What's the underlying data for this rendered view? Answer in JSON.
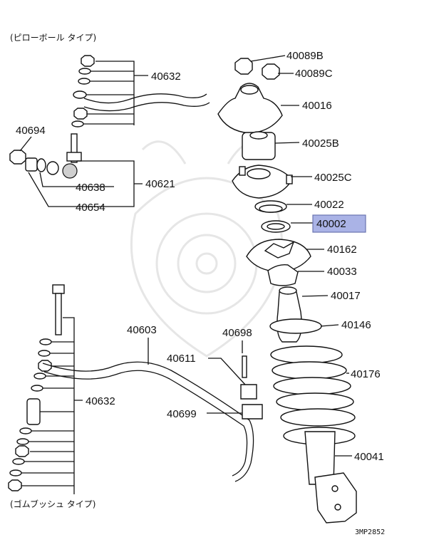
{
  "captions": {
    "top": "(ピローボール タイプ)",
    "bottom": "(ゴムブッシュ タイプ)",
    "code": "3MP2852"
  },
  "highlight_color": "#aab3e6",
  "parts": {
    "p40089B": "40089B",
    "p40089C": "40089C",
    "p40016": "40016",
    "p40025B": "40025B",
    "p40025C": "40025C",
    "p40022": "40022",
    "p40002": "40002",
    "p40162": "40162",
    "p40033": "40033",
    "p40017": "40017",
    "p40146": "40146",
    "p40176": "40176",
    "p40041": "40041",
    "p40632a": "40632",
    "p40694": "40694",
    "p40621": "40621",
    "p40638": "40638",
    "p40654": "40654",
    "p40603": "40603",
    "p40698": "40698",
    "p40611": "40611",
    "p40632b": "40632",
    "p40699": "40699"
  }
}
